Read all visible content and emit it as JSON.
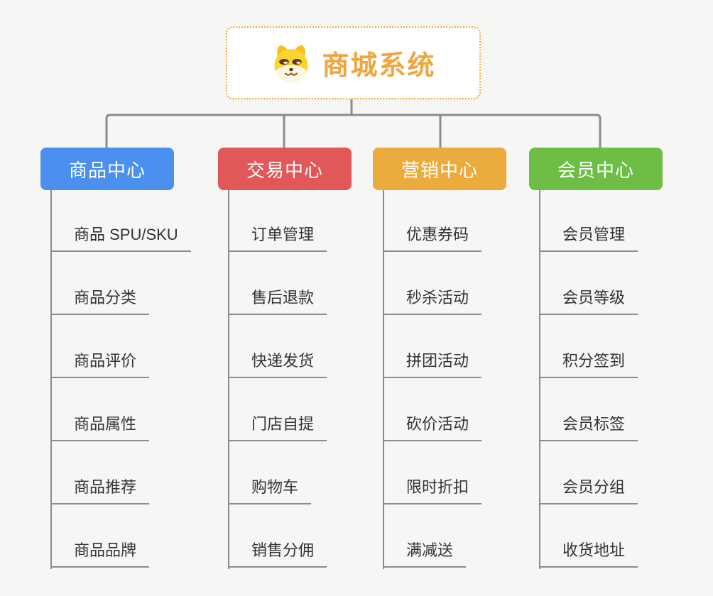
{
  "root": {
    "title": "商城系统",
    "icon": "shiba-dog-icon",
    "accent_color": "#f0a63e",
    "border_color": "#f2a53c"
  },
  "branches": [
    {
      "label": "商品中心",
      "color": "#4b90ee",
      "items": [
        "商品 SPU/SKU",
        "商品分类",
        "商品评价",
        "商品属性",
        "商品推荐",
        "商品品牌"
      ]
    },
    {
      "label": "交易中心",
      "color": "#e25858",
      "items": [
        "订单管理",
        "售后退款",
        "快递发货",
        "门店自提",
        "购物车",
        "销售分佣"
      ]
    },
    {
      "label": "营销中心",
      "color": "#ebab3d",
      "items": [
        "优惠券码",
        "秒杀活动",
        "拼团活动",
        "砍价活动",
        "限时折扣",
        "满减送"
      ]
    },
    {
      "label": "会员中心",
      "color": "#6ebe45",
      "items": [
        "会员管理",
        "会员等级",
        "积分签到",
        "会员标签",
        "会员分组",
        "收货地址"
      ]
    }
  ],
  "style": {
    "line_color": "#8c8c8c",
    "topic_text_color": "#333333",
    "background_color": "#f6f6f5"
  }
}
